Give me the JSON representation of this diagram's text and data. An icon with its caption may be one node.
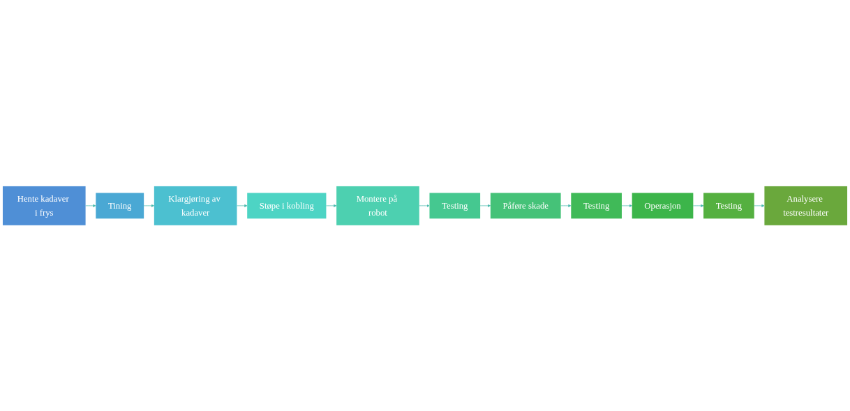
{
  "diagram": {
    "nodes": [
      {
        "text": [
          "Hente kadaver i frys"
        ]
      },
      {
        "text": [
          "Tining"
        ]
      },
      {
        "text": [
          "Klargjøring av kadaver"
        ]
      },
      {
        "text": [
          "Støpe i kobling"
        ]
      },
      {
        "text": [
          "Montere på robot"
        ]
      },
      {
        "text": [
          "Testing"
        ]
      },
      {
        "text": [
          "Påføre skade"
        ]
      },
      {
        "text": [
          "Testing"
        ]
      },
      {
        "text": [
          "Operasjon"
        ]
      },
      {
        "text": [
          "Testing"
        ]
      },
      {
        "text": [
          "Analysere testresultater"
        ]
      }
    ],
    "edges": [
      {
        "from": 0,
        "to": 1,
        "arrow": "to"
      },
      {
        "from": 1,
        "to": 2,
        "arrow": "to"
      },
      {
        "from": 2,
        "to": 3,
        "arrow": "to"
      },
      {
        "from": 3,
        "to": 4,
        "arrow": "to"
      },
      {
        "from": 4,
        "to": 5,
        "arrow": "to"
      },
      {
        "from": 5,
        "to": 6,
        "arrow": "to"
      },
      {
        "from": 6,
        "to": 7,
        "arrow": "to"
      },
      {
        "from": 7,
        "to": 8,
        "arrow": "to"
      },
      {
        "from": 8,
        "to": 9,
        "arrow": "to"
      },
      {
        "from": 9,
        "to": 10,
        "arrow": "to"
      }
    ]
  }
}
